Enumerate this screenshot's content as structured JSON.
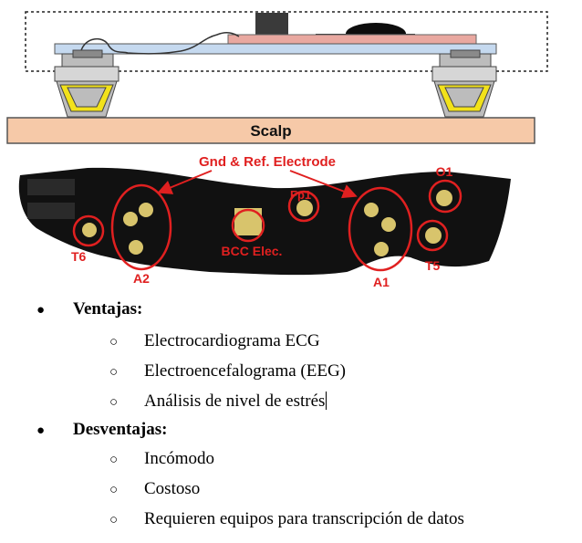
{
  "diagram": {
    "scalp_label": "Scalp",
    "gnd_ref_label": "Gnd & Ref. Electrode",
    "electrodes": {
      "t6": "T6",
      "a2": "A2",
      "bcc": "BCC Elec.",
      "fp1": "Fp1",
      "a1": "A1",
      "o1": "O1",
      "t5": "T5"
    },
    "colors": {
      "board": "#c5d9ef",
      "chip_board": "#e9a8a0",
      "scalp": "#f6c9a8",
      "headband": "#111111",
      "electrode_pad": "#d8c46c",
      "annotation": "#e02020",
      "connector_yellow": "#f2e21a"
    }
  },
  "advantages": {
    "bullet": "●",
    "title": "Ventajas:",
    "items": [
      "Electrocardiograma ECG",
      "Electroencefalograma (EEG)",
      "Análisis de nivel de estrés"
    ]
  },
  "disadvantages": {
    "bullet": "●",
    "title": "Desventajas:",
    "items": [
      "Incómodo",
      "Costoso",
      "Requieren equipos para transcripción de datos"
    ]
  },
  "sub_bullet": "○"
}
